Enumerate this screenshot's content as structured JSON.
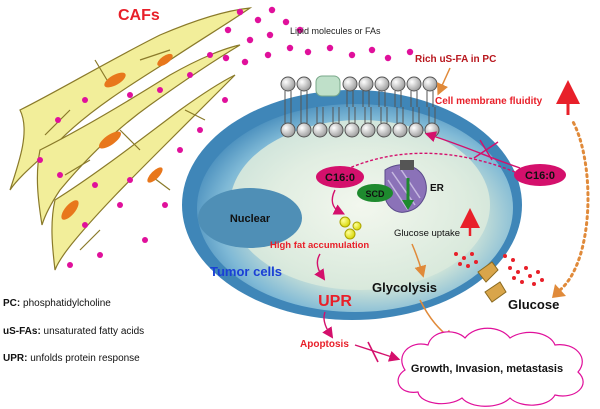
{
  "labels": {
    "cafs": "CAFs",
    "lipid_molecules": "Lipid molecules or FAs",
    "rich_usfa_pc": "Rich uS-FA in PC",
    "cell_membrane_fluidity": "Cell membrane fluidity",
    "c16_inner": "C16:0",
    "c16_outer": "C16:0",
    "scd": "SCD",
    "er": "ER",
    "nuclear": "Nuclear",
    "high_fat_accumulation": "High fat accumulation",
    "glucose_uptake": "Glucose uptake",
    "tumor_cells": "Tumor cells",
    "glycolysis": "Glycolysis",
    "upr": "UPR",
    "apoptosis": "Apoptosis",
    "glucose": "Glucose",
    "growth_box": "Growth, Invasion, metastasis"
  },
  "legend": [
    {
      "abbr": "PC:",
      "text": " phosphatidylcholine"
    },
    {
      "abbr": "uS-FAs:",
      "text": " unsaturated fatty acids"
    },
    {
      "abbr": "UPR:",
      "text": " unfolds protein response"
    }
  ],
  "colors": {
    "red_text": "#e8202a",
    "dark_red": "#b8161d",
    "blue_text": "#1a3fd6",
    "magenta": "#e0109b",
    "c16_fill": "#d4106c",
    "scd_fill": "#1e8a2e",
    "cell_outer": "#5fa7cf",
    "cell_inner": "#e9f1ea",
    "nuclear": "#4f8fb6",
    "caf_fill": "#f2ee9a",
    "cloud_stroke": "#e0109b"
  }
}
